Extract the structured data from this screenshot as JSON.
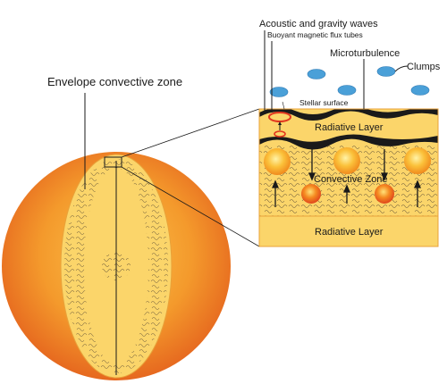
{
  "labels": {
    "envelope": "Envelope convective zone",
    "acoustic": "Acoustic and gravity waves",
    "flux_tubes": "Buoyant magnetic flux tubes",
    "microturbulence": "Microturbulence",
    "clumps": "Clumps",
    "stellar_surface": "Stellar surface",
    "radiative_top": "Radiative Layer",
    "convective": "Convective Zone",
    "radiative_bottom": "Radiative Layer"
  },
  "colors": {
    "sphere_outer": "#e8651f",
    "sphere_mid": "#f39a2a",
    "core_band": "#fbd56a",
    "panel_fill": "#fbd56a",
    "surface_band": "#1a1a1a",
    "clump": "#4aa0d8",
    "flux_ring": "#e2371f",
    "convection_cell": "#f5a623"
  }
}
